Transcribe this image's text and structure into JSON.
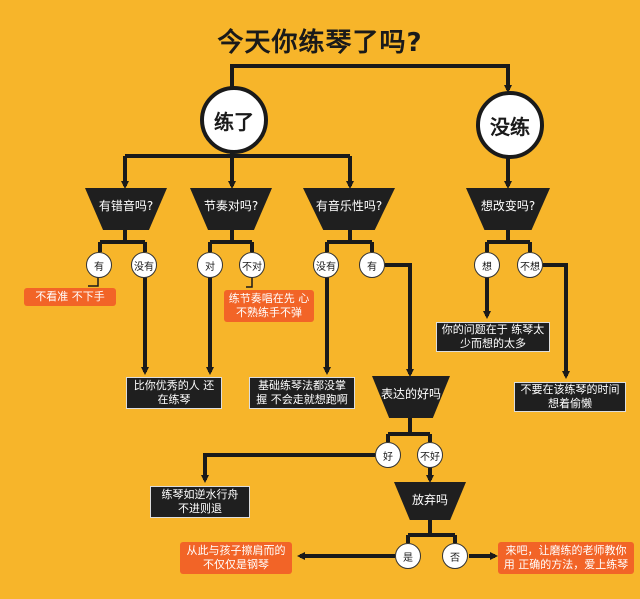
{
  "title": "今天你练琴了吗?",
  "practiced": "练了",
  "not_practiced": "没练",
  "q_mistakes": "有错音吗?",
  "q_rhythm": "节奏对吗?",
  "q_musicality": "有音乐性吗?",
  "q_change": "想改变吗?",
  "q_expression": "表达的好吗",
  "q_giveup": "放弃吗",
  "ans_yes1": "有",
  "ans_no1": "没有",
  "ans_correct": "对",
  "ans_wrong": "不对",
  "ans_no3": "没有",
  "ans_yes3": "有",
  "ans_want": "想",
  "ans_notwant": "不想",
  "ans_good": "好",
  "ans_notgood": "不好",
  "ans_giveup_yes": "是",
  "ans_giveup_no": "否",
  "note_inaccurate": "不看准 不下手",
  "note_rhythm": "练节奏唱在先 心不熟练手不弹",
  "box_better": "比你优秀的人 还在练琴",
  "box_basics": "基础练琴法都没掌握 不会走就想跑啊",
  "box_problem": "你的问题在于 练琴太少而想的太多",
  "box_notwant": "不要在该练琴的时间 想着偷懒",
  "box_upstream": "练琴如逆水行舟 不进则退",
  "note_giveup": "从此与孩子擦肩而的 不仅仅是钢琴",
  "note_teacher": "来吧，让磨练的老师教你用 正确的方法，爱上练琴",
  "colors": {
    "background": "#f7b52a",
    "dark": "#1f1f1f",
    "orange": "#f26427"
  }
}
